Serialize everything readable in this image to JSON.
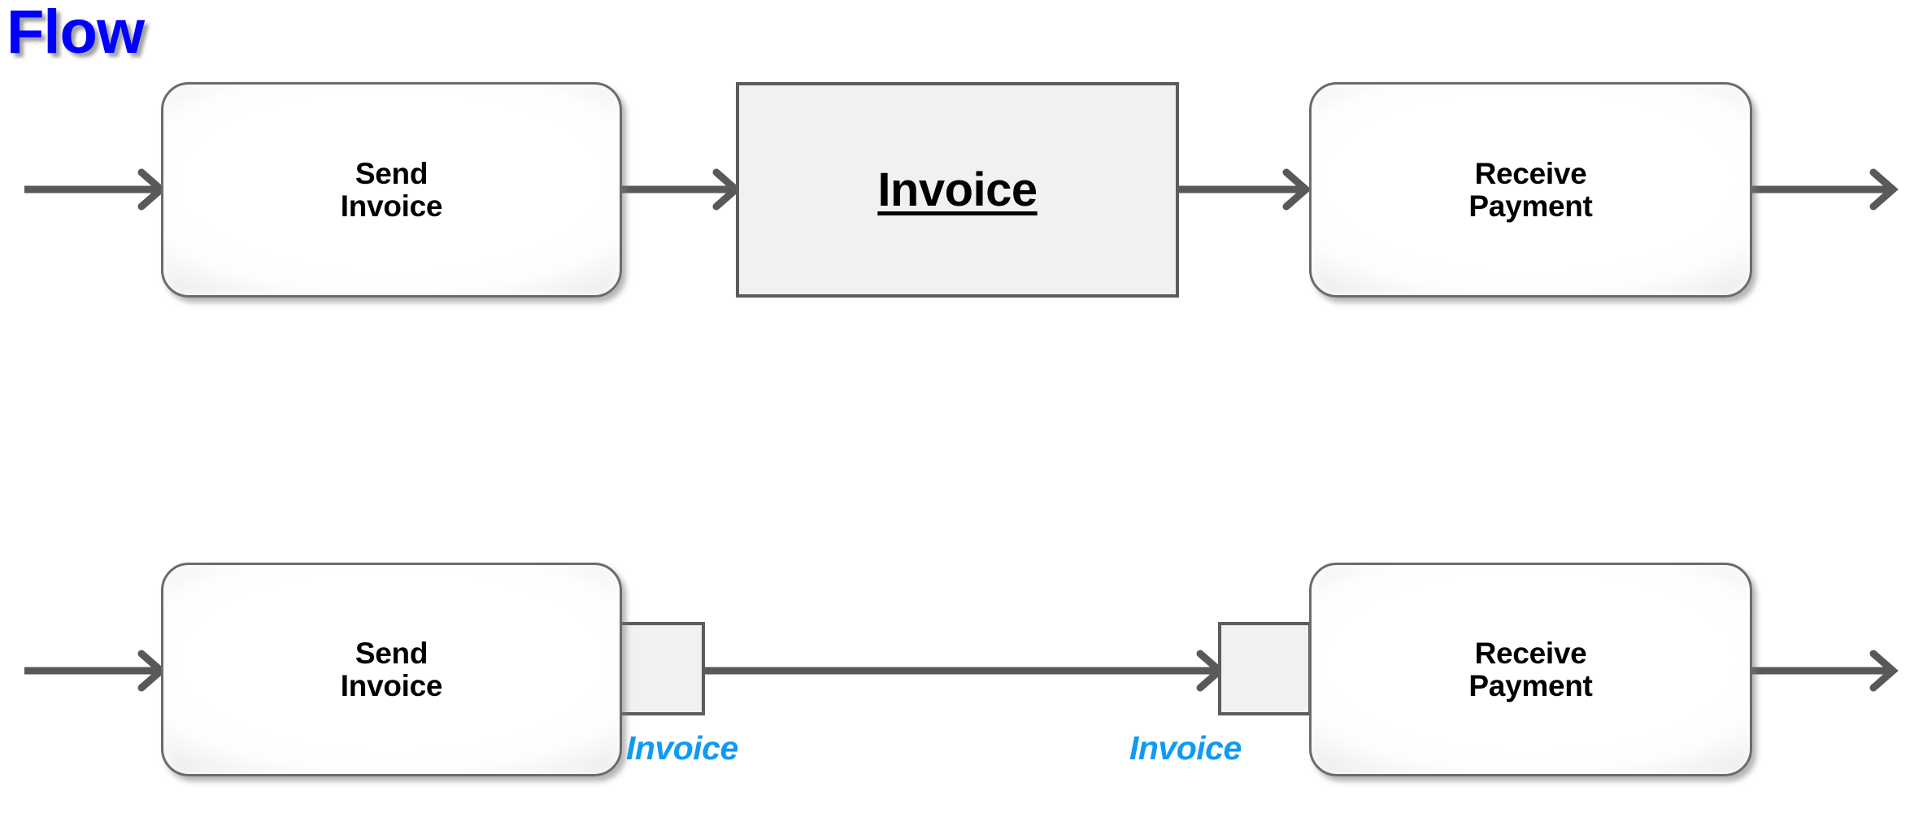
{
  "title": {
    "text": "Flow",
    "color": "#0000FF"
  },
  "palette": {
    "connector_stroke": "#595959",
    "box_border": "#6b6b6b",
    "data_border": "#5c5c5c",
    "data_fill": "#f1f1f1",
    "caption_blue": "#0E9AF5",
    "title_blue": "#0000FF",
    "canvas_bg": "#ffffff"
  },
  "top_row": {
    "send_invoice": {
      "label": "Send\nInvoice",
      "shape": "rounded-activity"
    },
    "invoice_object": {
      "label": "Invoice",
      "shape": "rectangle-data-object",
      "underlined": true
    },
    "receive_payment": {
      "label": "Receive\nPayment",
      "shape": "rounded-activity"
    },
    "connectors": [
      {
        "name": "inbound-arrow",
        "arrowhead": true
      },
      {
        "name": "send-to-invoice-arrow",
        "arrowhead": true
      },
      {
        "name": "invoice-to-receive-arrow",
        "arrowhead": true
      },
      {
        "name": "outbound-arrow",
        "arrowhead": true
      }
    ]
  },
  "bottom_row": {
    "send_invoice": {
      "label": "Send\nInvoice",
      "shape": "rounded-activity"
    },
    "receive_payment": {
      "label": "Receive\nPayment",
      "shape": "rounded-activity"
    },
    "left_pin": {
      "caption": "Invoice",
      "shape": "square-pin"
    },
    "right_pin": {
      "caption": "Invoice",
      "shape": "square-pin"
    },
    "connectors": [
      {
        "name": "inbound-arrow",
        "arrowhead": true
      },
      {
        "name": "pin-to-pin-arrow",
        "arrowhead": true
      },
      {
        "name": "outbound-arrow",
        "arrowhead": true
      }
    ]
  }
}
